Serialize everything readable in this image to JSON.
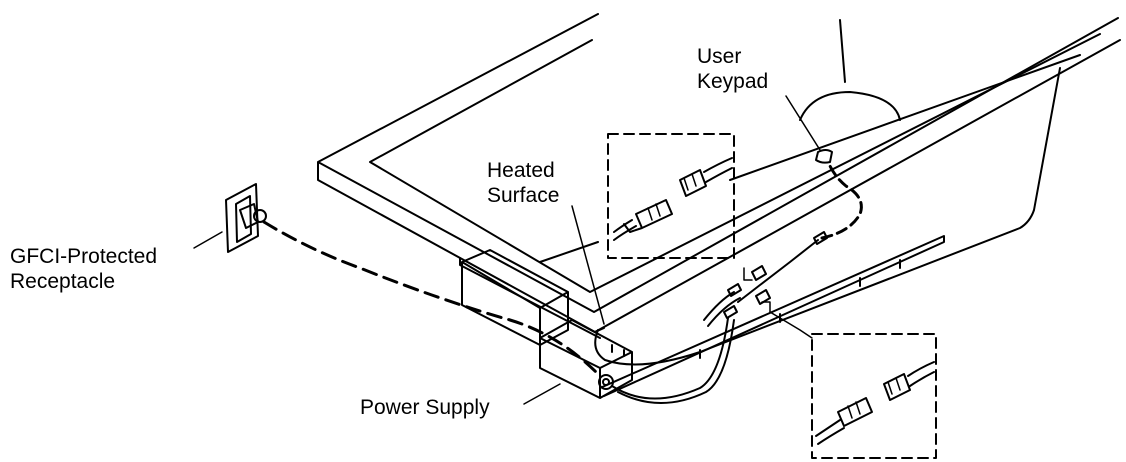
{
  "labels": {
    "gfci_line1": "GFCI-Protected",
    "gfci_line2": "Receptacle",
    "heated_line1": "Heated",
    "heated_line2": "Surface",
    "keypad_line1": "User",
    "keypad_line2": "Keypad",
    "power_supply": "Power Supply"
  },
  "colors": {
    "ink": "#000000",
    "paper": "#ffffff"
  }
}
